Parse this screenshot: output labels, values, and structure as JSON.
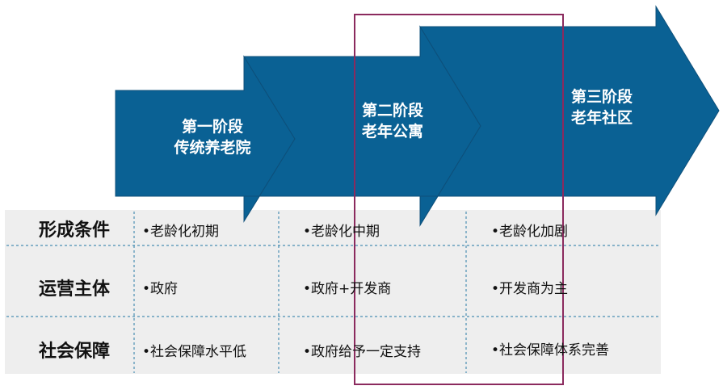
{
  "stages": [
    {
      "line1": "第一阶段",
      "line2": "传统养老院"
    },
    {
      "line1": "第二阶段",
      "line2": "老年公寓"
    },
    {
      "line1": "第三阶段",
      "line2": "老年社区"
    }
  ],
  "rows": [
    {
      "label": "形成条件",
      "cells": [
        "•老龄化初期",
        "•老龄化中期",
        "•老龄化加剧"
      ]
    },
    {
      "label": "运营主体",
      "cells": [
        "•政府",
        "•政府+开发商",
        "•开发商为主"
      ]
    },
    {
      "label": "社会保障",
      "cells": [
        "•社会保障水平低",
        "•政府给予一定支持",
        "•社会保障体系完善"
      ]
    }
  ],
  "colors": {
    "arrow": "#0a6194",
    "arrow_edge": "#0d4f7a",
    "table_bg": "#eeeeee",
    "divider": "#4a8fb3",
    "highlight_border": "#8b2a5e"
  }
}
